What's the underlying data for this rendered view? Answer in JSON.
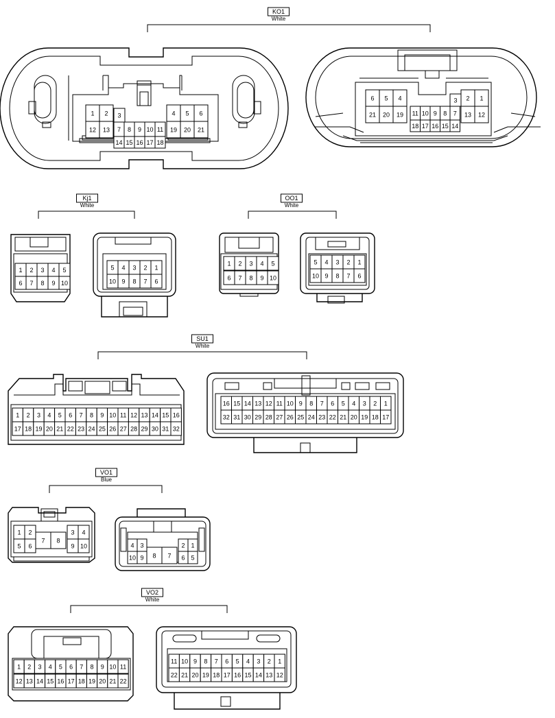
{
  "connectors": [
    {
      "id": "KO1",
      "color": "White",
      "left": {
        "rows": [
          [
            "1",
            "2",
            "3",
            "4",
            "5",
            "6"
          ],
          [
            "12",
            "13",
            "7",
            "8",
            "9",
            "10",
            "11",
            "19",
            "20",
            "21"
          ],
          [
            "14",
            "15",
            "16",
            "17",
            "18"
          ]
        ]
      },
      "right": {
        "rows": [
          [
            "6",
            "5",
            "4",
            "3",
            "2",
            "1"
          ],
          [
            "21",
            "20",
            "19",
            "11",
            "10",
            "9",
            "8",
            "7",
            "13",
            "12"
          ],
          [
            "18",
            "17",
            "16",
            "15",
            "14"
          ]
        ]
      }
    },
    {
      "id": "Kj1",
      "color": "White",
      "left": {
        "rows": [
          [
            "1",
            "2",
            "3",
            "4",
            "5"
          ],
          [
            "6",
            "7",
            "8",
            "9",
            "10"
          ]
        ]
      },
      "right": {
        "rows": [
          [
            "5",
            "4",
            "3",
            "2",
            "1"
          ],
          [
            "10",
            "9",
            "8",
            "7",
            "6"
          ]
        ]
      }
    },
    {
      "id": "OO1",
      "color": "White",
      "left": {
        "rows": [
          [
            "1",
            "2",
            "3",
            "4",
            "5"
          ],
          [
            "6",
            "7",
            "8",
            "9",
            "10"
          ]
        ]
      },
      "right": {
        "rows": [
          [
            "5",
            "4",
            "3",
            "2",
            "1"
          ],
          [
            "10",
            "9",
            "8",
            "7",
            "6"
          ]
        ]
      }
    },
    {
      "id": "SU1",
      "color": "White",
      "left": {
        "rows": [
          [
            "1",
            "2",
            "3",
            "4",
            "5",
            "6",
            "7",
            "8",
            "9",
            "10",
            "11",
            "12",
            "13",
            "14",
            "15",
            "16"
          ],
          [
            "17",
            "18",
            "19",
            "20",
            "21",
            "22",
            "23",
            "24",
            "25",
            "26",
            "27",
            "28",
            "29",
            "30",
            "31",
            "32"
          ]
        ]
      },
      "right": {
        "rows": [
          [
            "16",
            "15",
            "14",
            "13",
            "12",
            "11",
            "10",
            "9",
            "8",
            "7",
            "6",
            "5",
            "4",
            "3",
            "2",
            "1"
          ],
          [
            "32",
            "31",
            "30",
            "29",
            "28",
            "27",
            "26",
            "25",
            "24",
            "23",
            "22",
            "21",
            "20",
            "19",
            "18",
            "17"
          ]
        ]
      }
    },
    {
      "id": "VO1",
      "color": "Blue",
      "left": {
        "rows": [
          [
            "1",
            "2",
            "3",
            "4"
          ],
          [
            "5",
            "6",
            "7",
            "8",
            "9",
            "10"
          ]
        ]
      },
      "right": {
        "rows": [
          [
            "4",
            "3",
            "2",
            "1"
          ],
          [
            "10",
            "9",
            "8",
            "7",
            "6",
            "5"
          ]
        ]
      }
    },
    {
      "id": "VO2",
      "color": "White",
      "left": {
        "rows": [
          [
            "1",
            "2",
            "3",
            "4",
            "5",
            "6",
            "7",
            "8",
            "9",
            "10",
            "11"
          ],
          [
            "12",
            "13",
            "14",
            "15",
            "16",
            "17",
            "18",
            "19",
            "20",
            "21",
            "22"
          ]
        ]
      },
      "right": {
        "rows": [
          [
            "11",
            "10",
            "9",
            "8",
            "7",
            "6",
            "5",
            "4",
            "3",
            "2",
            "1"
          ],
          [
            "22",
            "21",
            "20",
            "19",
            "18",
            "17",
            "16",
            "15",
            "14",
            "13",
            "12"
          ]
        ]
      }
    }
  ]
}
